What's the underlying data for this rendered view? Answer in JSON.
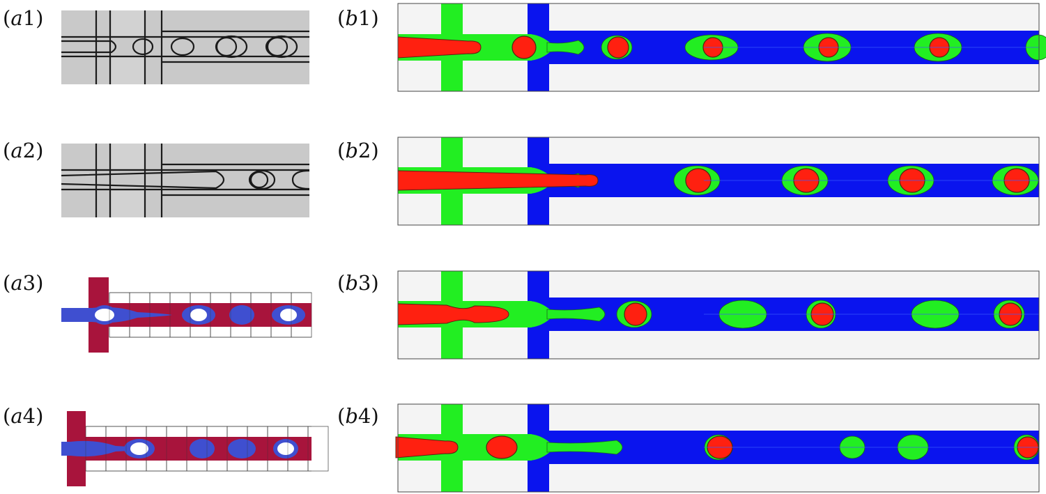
{
  "panels": [
    {
      "id": "a1",
      "prefix": "a",
      "num": "1",
      "style": "photo",
      "row": 0
    },
    {
      "id": "a2",
      "prefix": "a",
      "num": "2",
      "style": "photo",
      "row": 1
    },
    {
      "id": "a3",
      "prefix": "a",
      "num": "3",
      "style": "grid",
      "row": 2
    },
    {
      "id": "a4",
      "prefix": "a",
      "num": "4",
      "style": "grid",
      "row": 3
    },
    {
      "id": "b1",
      "prefix": "b",
      "num": "1",
      "style": "sim",
      "row": 0
    },
    {
      "id": "b2",
      "prefix": "b",
      "num": "2",
      "style": "sim",
      "row": 1
    },
    {
      "id": "b3",
      "prefix": "b",
      "num": "3",
      "style": "sim",
      "row": 2
    },
    {
      "id": "b4",
      "prefix": "b",
      "num": "4",
      "style": "sim",
      "row": 3
    }
  ],
  "colors": {
    "inner_phase": "#ff2010",
    "middle_phase": "#22ee22",
    "outer_phase": "#0a14ee",
    "wall": "#f4f4f4",
    "grid_channel": "#a8143c",
    "grid_droplet": "#3f4fd0",
    "photo_bg": "#c9c9c9",
    "photo_edge": "#1a1a1a"
  }
}
